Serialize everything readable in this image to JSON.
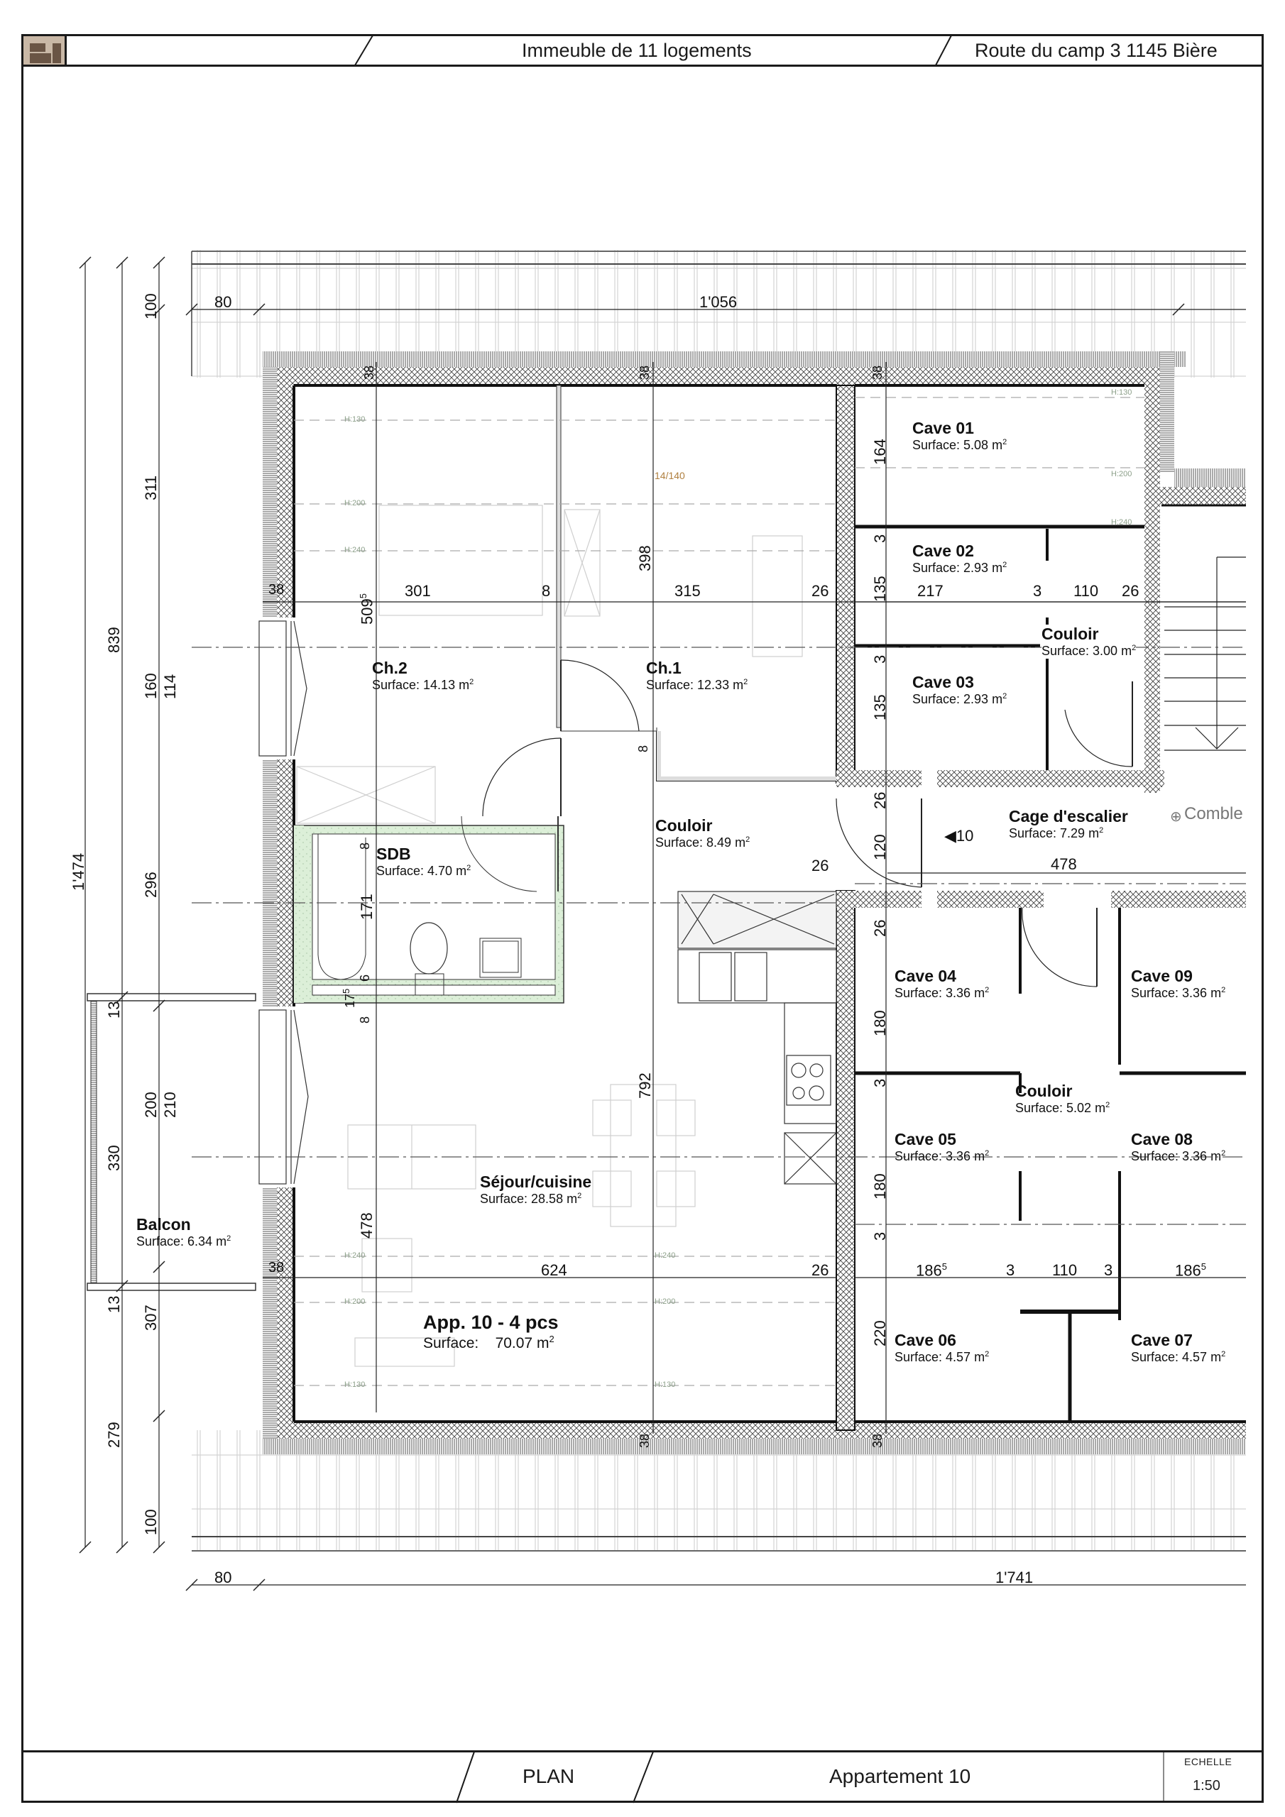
{
  "header": {
    "project": "Immeuble de 11 logements",
    "address": "Route du camp 3 1145 Bière"
  },
  "footer": {
    "view_type": "PLAN",
    "sheet_title": "Appartement 10",
    "scale_label": "ECHELLE",
    "scale_value": "1:50"
  },
  "apartment": {
    "name": "App. 10  -  4 pcs",
    "surface_label": "Surface:",
    "surface_value": "70.07 m",
    "unit_sup": "2"
  },
  "rooms": [
    {
      "id": "ch2",
      "name": "Ch.2",
      "surface": "Surface: 14.13 m"
    },
    {
      "id": "ch1",
      "name": "Ch.1",
      "surface": "Surface: 12.33 m"
    },
    {
      "id": "sdb",
      "name": "SDB",
      "surface": "Surface: 4.70 m"
    },
    {
      "id": "couloir-app",
      "name": "Couloir",
      "surface": "Surface: 8.49 m"
    },
    {
      "id": "sejour",
      "name": "Séjour/cuisine",
      "surface": "Surface:  28.58 m"
    },
    {
      "id": "balcon",
      "name": "Balcon",
      "surface": "Surface: 6.34 m"
    },
    {
      "id": "cave01",
      "name": "Cave 01",
      "surface": "Surface: 5.08 m"
    },
    {
      "id": "cave02",
      "name": "Cave 02",
      "surface": "Surface: 2.93 m"
    },
    {
      "id": "cave03",
      "name": "Cave 03",
      "surface": "Surface: 2.93 m"
    },
    {
      "id": "couloir-caves-top",
      "name": "Couloir",
      "surface": "Surface: 3.00 m"
    },
    {
      "id": "cage",
      "name": "Cage d'escalier",
      "surface": "Surface:     7.29 m"
    },
    {
      "id": "cave04",
      "name": "Cave 04",
      "surface": "Surface: 3.36 m"
    },
    {
      "id": "cave09",
      "name": "Cave 09",
      "surface": "Surface: 3.36 m"
    },
    {
      "id": "couloir-caves-bottom",
      "name": "Couloir",
      "surface": "Surface: 5.02 m"
    },
    {
      "id": "cave05",
      "name": "Cave 05",
      "surface": "Surface: 3.36 m"
    },
    {
      "id": "cave08",
      "name": "Cave 08",
      "surface": "Surface: 3.36 m"
    },
    {
      "id": "cave06",
      "name": "Cave 06",
      "surface": "Surface: 4.57 m"
    },
    {
      "id": "cave07",
      "name": "Cave 07",
      "surface": "Surface: 4.57 m"
    }
  ],
  "annotations": {
    "comble": "Comble",
    "stair_tag": "10",
    "window_note": "14/140",
    "heights": [
      "H:130",
      "H:200",
      "H:240"
    ]
  },
  "dimensions": {
    "top": {
      "overhang": "80",
      "length": "1'056"
    },
    "bottom": {
      "overhang": "80",
      "length": "1'741"
    },
    "left_outer": {
      "total": "1'474"
    },
    "left_middle": {
      "upper": "839",
      "balcony_gap_top": "13",
      "balcony": "330",
      "balcony_gap_bottom": "13",
      "lower": "279"
    },
    "left_inner": [
      "100",
      "311",
      "160",
      "114",
      "296",
      "200",
      "210",
      "307",
      "100"
    ],
    "walls": {
      "exterior": "38",
      "interior": "26",
      "partition": "8",
      "cave_partition": "3"
    },
    "ch_row": {
      "wall_left": "38",
      "ch2_depth": "509",
      "ch2_depth_sup": "5",
      "ch2_width": "301",
      "partition": "8",
      "ch1_width": "315",
      "wall_right": "26",
      "ch1_depth": "398"
    },
    "caves_top_row": {
      "cave01": "164",
      "sep1": "3",
      "cave02": "135",
      "sep2": "3",
      "cave03": "135",
      "width": "217",
      "sep3": "3",
      "couloir": "110",
      "wall": "26"
    },
    "cage": {
      "wall": "26",
      "door": "120",
      "length": "478"
    },
    "sdb": {
      "partition_top": "8",
      "height": "171",
      "sep": "6",
      "duct": "17",
      "duct_sup": "5",
      "partition_bottom": "8"
    },
    "couloir_wall": "26",
    "sejour": {
      "depth": "478",
      "length": "792",
      "wall_left": "38",
      "width": "624",
      "wall_right": "26"
    },
    "caves_bottom": {
      "wall": "26",
      "cave04": "180",
      "sep": "3",
      "cave05": "180",
      "cave06": "220",
      "width_left": "186",
      "width_left_sup": "5",
      "sep_l": "3",
      "couloir": "110",
      "sep_r": "3",
      "width_right": "186",
      "width_right_sup": "5"
    }
  },
  "colors": {
    "wall_hatch": "#555555",
    "sdb_wall": "#d9efd6",
    "logo_bg": "#c9b8a6",
    "logo_fg": "#6a5545",
    "height_label": "#8da08a",
    "window_note": "#b08040"
  }
}
